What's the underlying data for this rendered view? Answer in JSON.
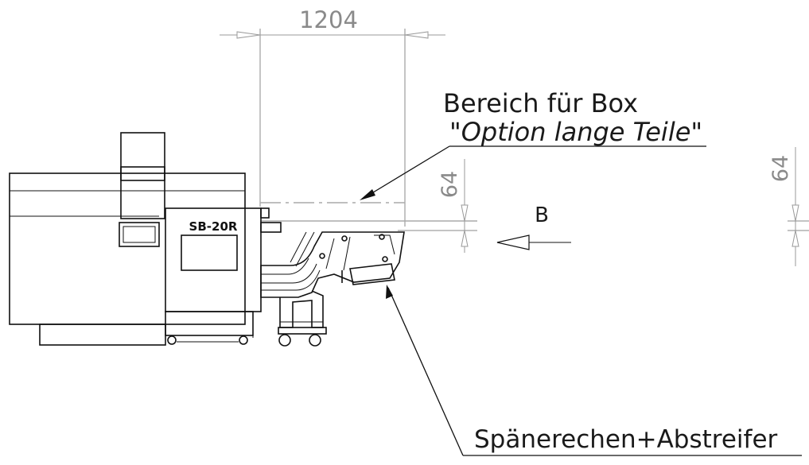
{
  "dimensions": {
    "width_value": "1204",
    "clearance_left": "64",
    "clearance_right": "64"
  },
  "labels": {
    "area_title": "Bereich für Box",
    "area_option": "\"Option lange Teile\"",
    "view_letter": "B",
    "machine_model": "SB-20R",
    "chip_rake": "Spänerechen+Abstreifer"
  },
  "colors": {
    "line": "#111111",
    "dimension": "#8a8a8a",
    "background": "#ffffff"
  }
}
